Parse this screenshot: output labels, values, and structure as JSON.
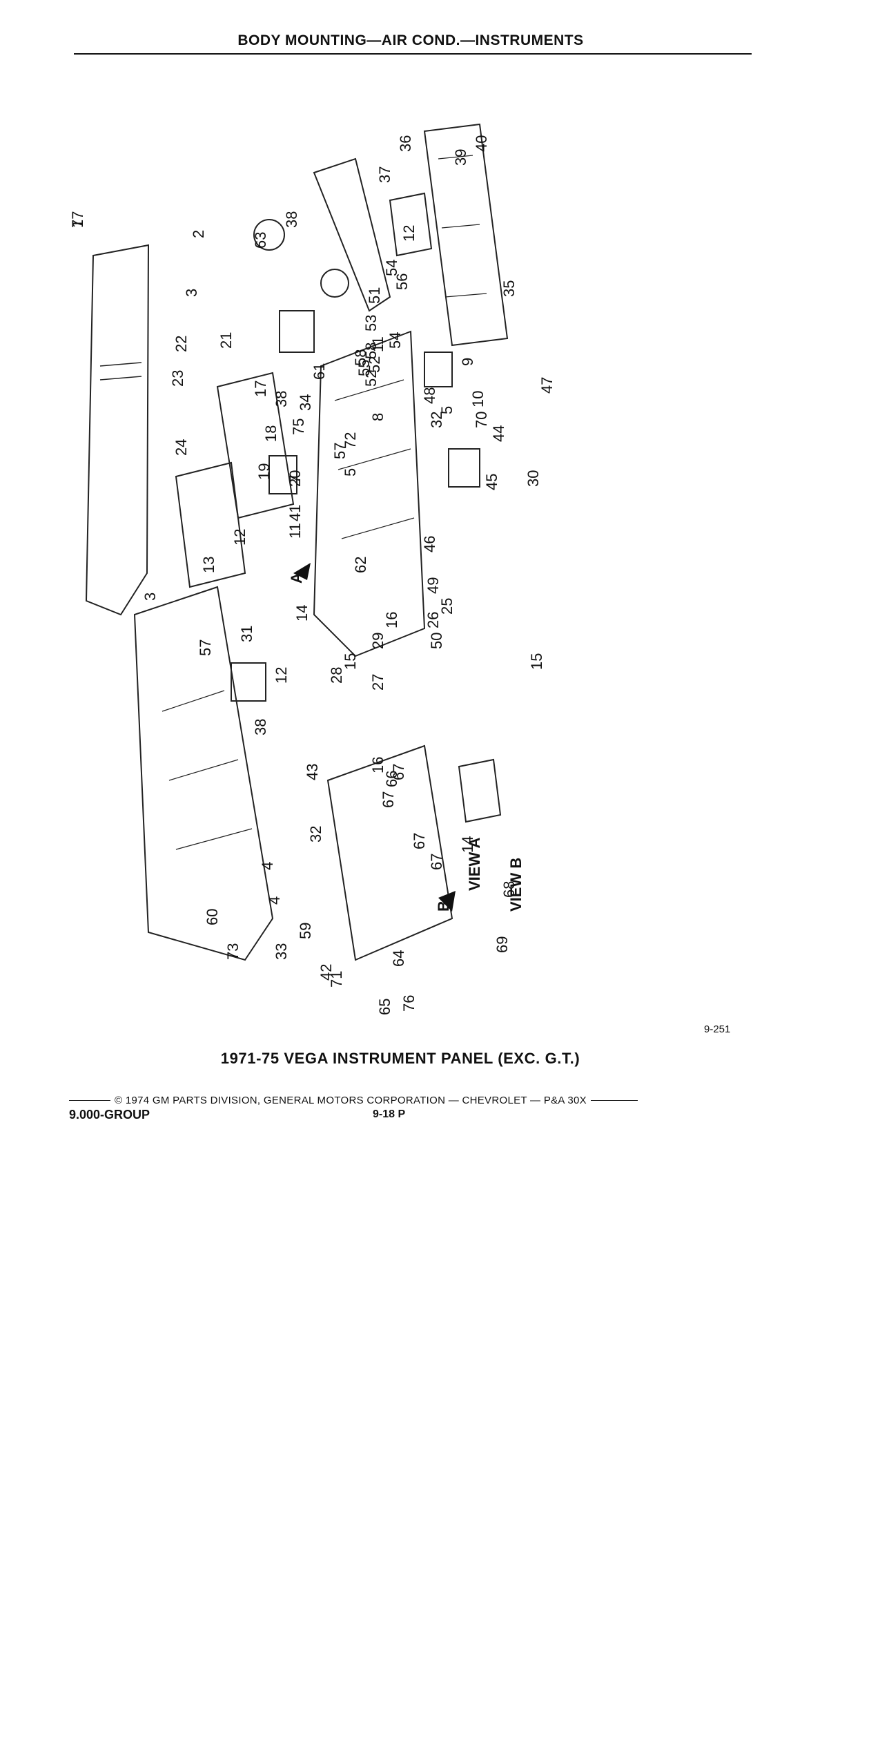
{
  "header": {
    "title": "BODY MOUNTING—AIR COND.—INSTRUMENTS"
  },
  "figure": {
    "callouts": [
      "1",
      "2",
      "3",
      "3",
      "4",
      "4",
      "5",
      "5",
      "7",
      "8",
      "9",
      "10",
      "11",
      "11",
      "12",
      "12",
      "12",
      "13",
      "14",
      "14",
      "15",
      "15",
      "16",
      "16",
      "17",
      "18",
      "19",
      "20",
      "21",
      "22",
      "23",
      "24",
      "25",
      "26",
      "27",
      "28",
      "29",
      "30",
      "31",
      "32",
      "32",
      "33",
      "34",
      "35",
      "36",
      "37",
      "38",
      "38",
      "38",
      "39",
      "40",
      "41",
      "42",
      "43",
      "44",
      "45",
      "46",
      "47",
      "48",
      "49",
      "50",
      "51",
      "52",
      "52",
      "53",
      "54",
      "54",
      "55",
      "56",
      "57",
      "57",
      "58",
      "58",
      "59",
      "60",
      "61",
      "62",
      "63",
      "64",
      "65",
      "66",
      "67",
      "67",
      "67",
      "67",
      "68",
      "69",
      "70",
      "71",
      "72",
      "73",
      "75",
      "76",
      "77"
    ],
    "view_labels": [
      "VIEW A",
      "VIEW B"
    ],
    "arrow_labels": [
      "A",
      "B"
    ],
    "figure_code": "9-251"
  },
  "caption": "1971-75 VEGA INSTRUMENT PANEL (EXC. G.T.)",
  "footer": {
    "copyright": "© 1974 GM PARTS DIVISION, GENERAL MOTORS CORPORATION — CHEVROLET — P&A 30X",
    "group": "9.000-GROUP",
    "page": "9-18  P"
  }
}
